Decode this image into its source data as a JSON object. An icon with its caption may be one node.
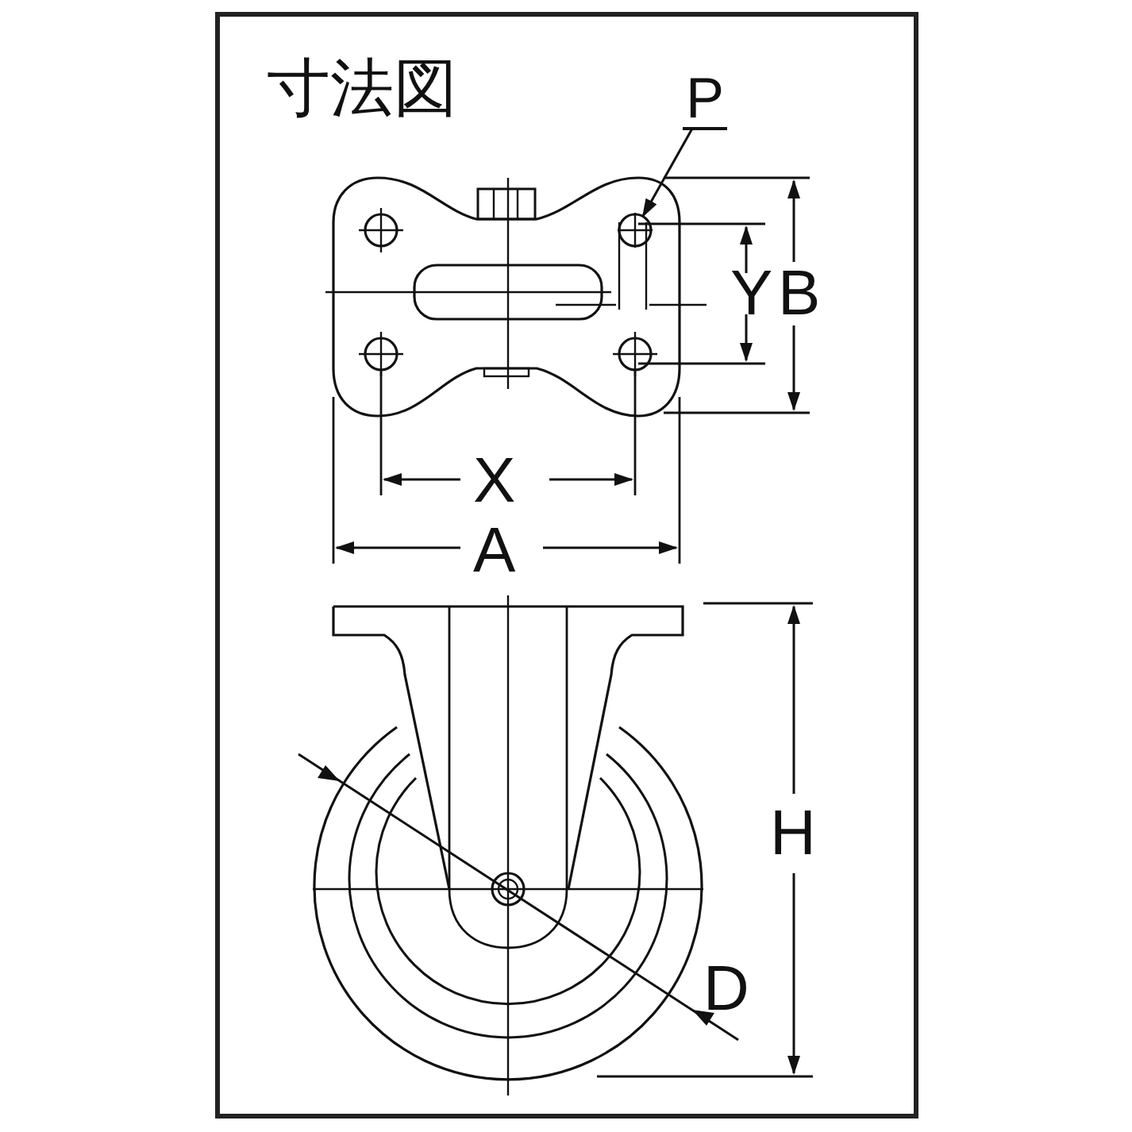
{
  "diagram": {
    "title": "寸法図",
    "nodes": [
      {
        "text": [
          "P"
        ]
      },
      {
        "text": [],
        "shape": "circle"
      }
    ],
    "edges": [
      {
        "from": 0,
        "to": 1,
        "arrow": "to"
      }
    ],
    "labels": [
      "Y",
      "B",
      "X",
      "A",
      "H",
      "D"
    ]
  }
}
